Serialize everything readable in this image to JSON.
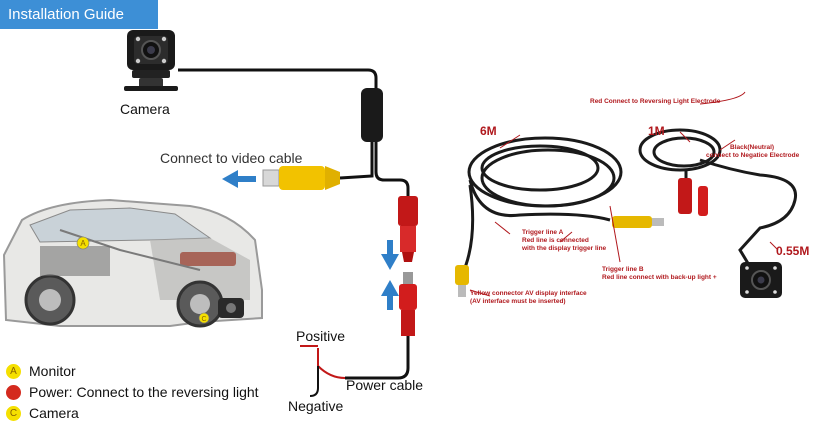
{
  "title": "Installation Guide",
  "labels": {
    "camera": "Camera",
    "connect_video": "Connect  to video cable",
    "positive": "Positive",
    "negative": "Negative",
    "power_cable": "Power cable"
  },
  "right_panel": {
    "len_6m": "6M",
    "len_1m": "1M",
    "len_055m": "0.55M",
    "red_reversing": "Red Connect to Reversing Light Electrode",
    "black_neutral_1": "Black(Neutral)",
    "black_neutral_2": "connect to Negatice Electrode",
    "trigger_a_1": "Trigger line A",
    "trigger_a_2": "Red line is connected",
    "trigger_a_3": "with the display trigger line",
    "trigger_b_1": "Trigger line B",
    "trigger_b_2": "Red line connect with back-up light +",
    "yellow_1": "Yellow connector AV display interface",
    "yellow_2": "(AV interface must be inserted)"
  },
  "legend": [
    {
      "letter": "A",
      "text": "Monitor",
      "color": "#f5e000"
    },
    {
      "letter": "",
      "text": "Power: Connect to the reversing light",
      "color": "#d42a1e"
    },
    {
      "letter": "C",
      "text": "Camera",
      "color": "#f5e000"
    }
  ],
  "colors": {
    "title_bg": "#3d8fd6",
    "arrow_blue": "#2f7fc8",
    "plug_red": "#d21d1d",
    "plug_yellow": "#f2c200",
    "label_red": "#b0181d"
  }
}
